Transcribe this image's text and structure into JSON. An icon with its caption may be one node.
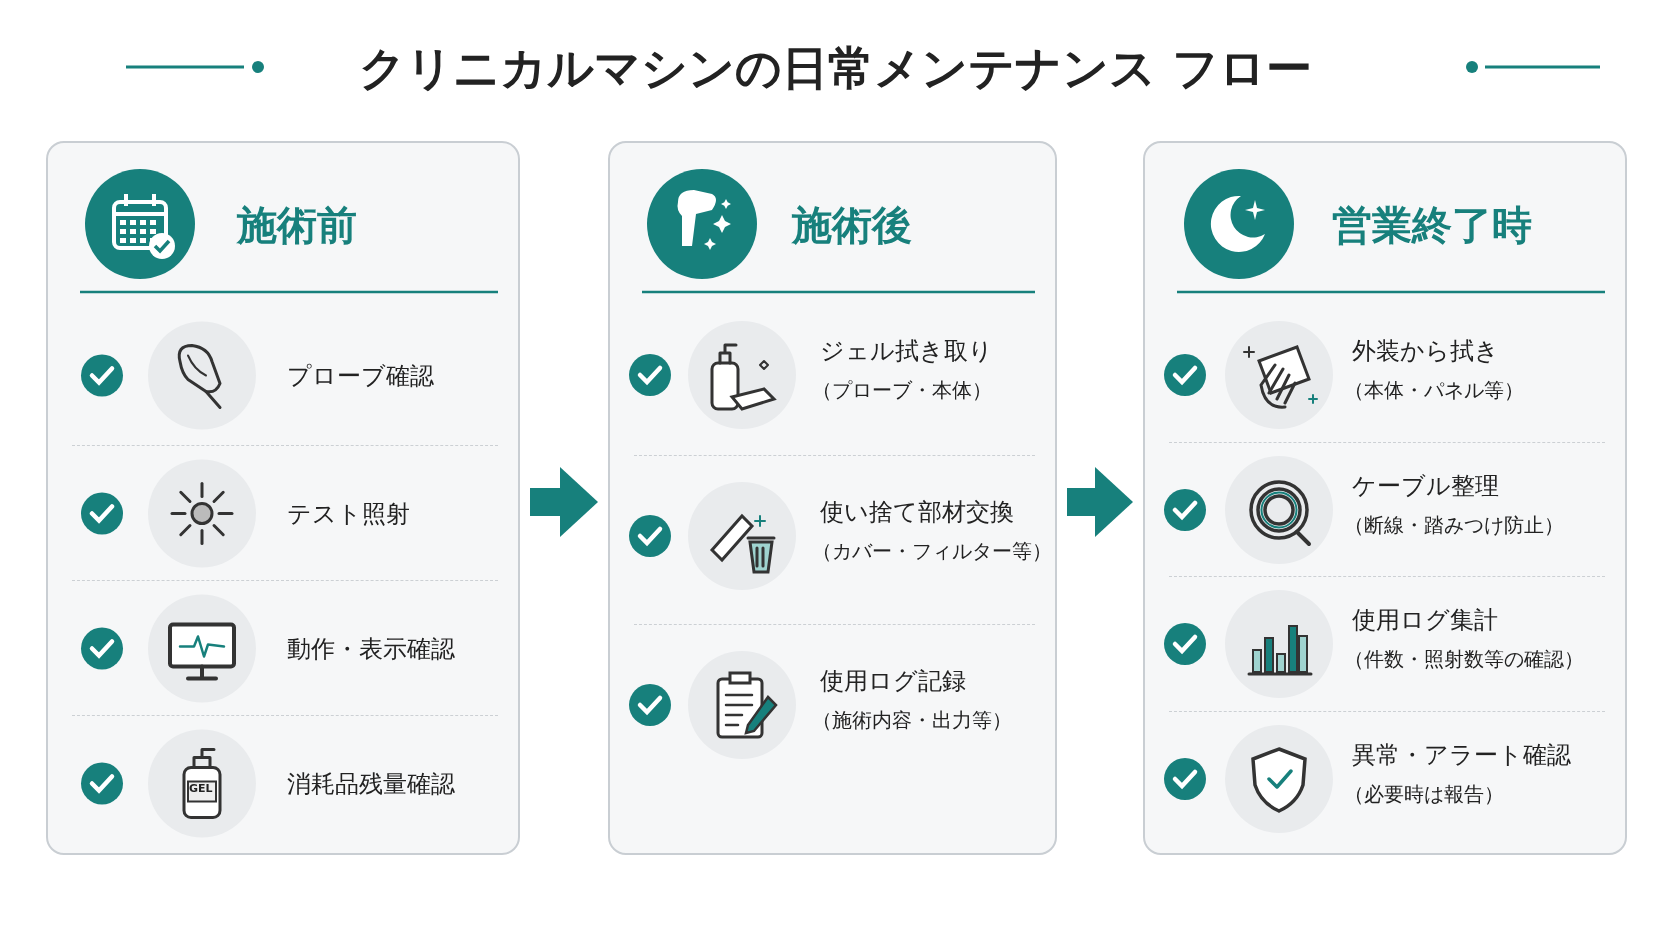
{
  "diagram": {
    "title": "クリニカルマシンの日常メンテナンス フロー",
    "nodes": [
      {
        "text": [
          "施術前"
        ]
      },
      {
        "text": [
          "プローブ確認"
        ],
        "in": 0
      },
      {
        "text": [
          "テスト照射"
        ],
        "in": 0
      },
      {
        "text": [
          "動作・表示確認"
        ],
        "in": 0
      },
      {
        "text": [
          "消耗品残量確認"
        ],
        "in": 0
      },
      {
        "text": [
          "施術後"
        ]
      },
      {
        "text": [
          "ジェル拭き取り",
          "（プローブ・本体）"
        ],
        "in": 5
      },
      {
        "text": [
          "使い捨て部材交換",
          "（カバー・フィルター等）"
        ],
        "in": 5
      },
      {
        "text": [
          "使用ログ記録",
          "（施術内容・出力等）"
        ],
        "in": 5
      },
      {
        "text": [
          "営業終了時"
        ]
      },
      {
        "text": [
          "外装から拭き",
          "（本体・パネル等）"
        ],
        "in": 9
      },
      {
        "text": [
          "ケーブル整理",
          "（断線・踏みつけ防止）"
        ],
        "in": 9
      },
      {
        "text": [
          "使用ログ集計",
          "（件数・照射数等の確認）"
        ],
        "in": 9
      },
      {
        "text": [
          "異常・アラート確認",
          "（必要時は報告）"
        ],
        "in": 9
      }
    ],
    "edges": [
      {
        "from": 0,
        "to": 5,
        "arrow": "to"
      },
      {
        "from": 5,
        "to": 9,
        "arrow": "to"
      }
    ],
    "labels": [
      "GEL"
    ]
  }
}
